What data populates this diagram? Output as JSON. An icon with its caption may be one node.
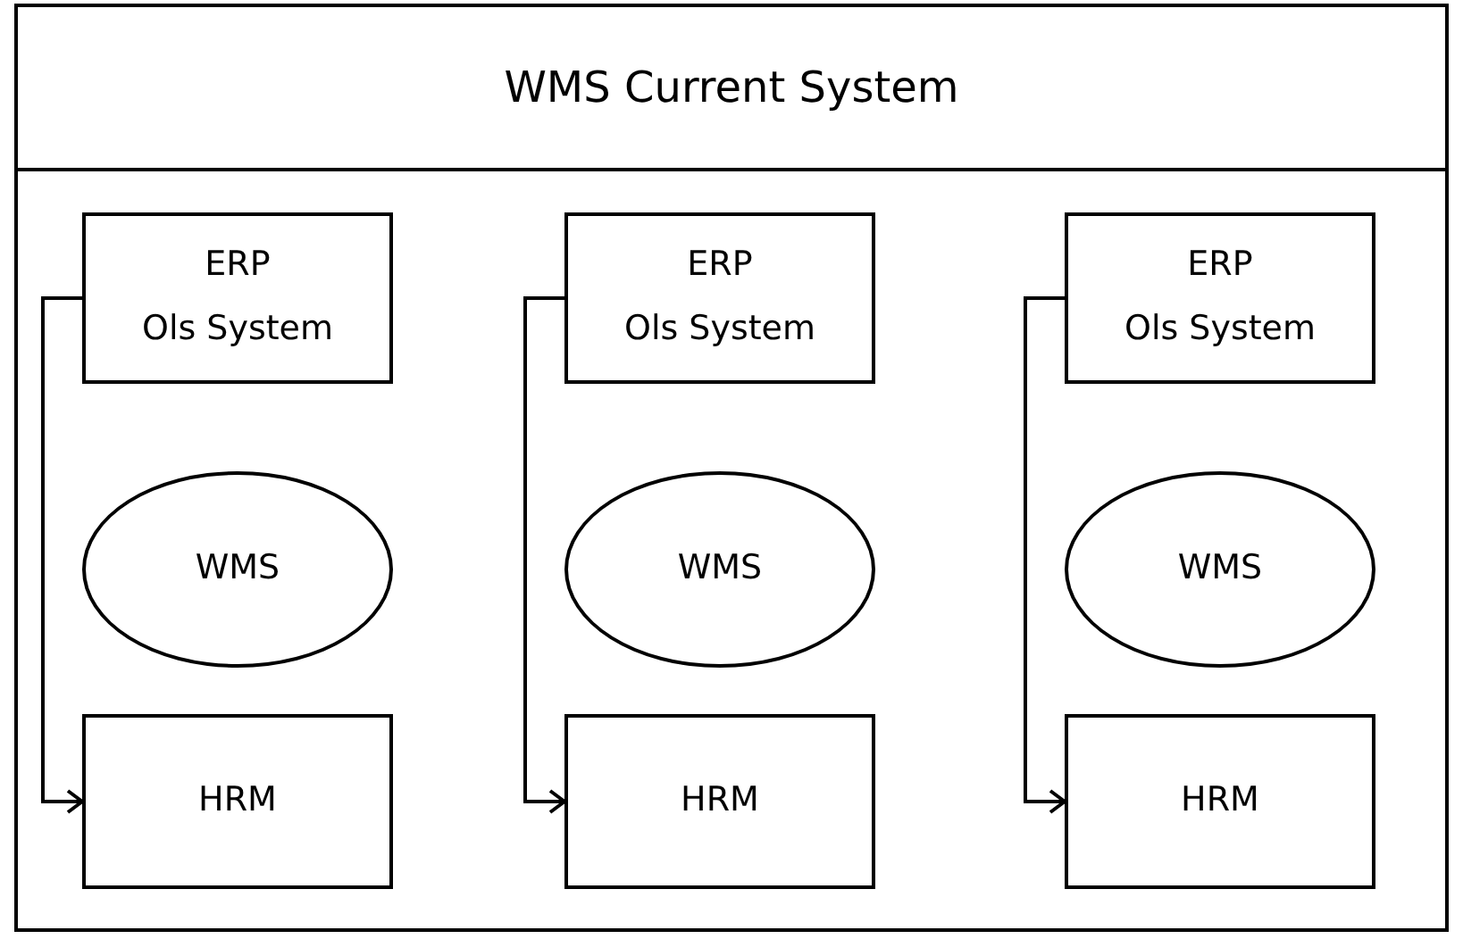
{
  "diagram": {
    "nodes": [
      {
        "text": [
          "WMS Current System"
        ]
      },
      {
        "text": [
          "ERP",
          "Ols System"
        ],
        "in": 0
      },
      {
        "text": [
          "WMS"
        ],
        "in": 0
      },
      {
        "text": [
          "HRM"
        ],
        "in": 0
      },
      {
        "text": [
          "ERP",
          "Ols System"
        ],
        "in": 0
      },
      {
        "text": [
          "WMS"
        ],
        "in": 0
      },
      {
        "text": [
          "HRM"
        ],
        "in": 0
      },
      {
        "text": [
          "ERP",
          "Ols System"
        ],
        "in": 0
      },
      {
        "text": [
          "WMS"
        ],
        "in": 0
      },
      {
        "text": [
          "HRM"
        ],
        "in": 0
      }
    ],
    "edges": [
      {
        "from": 1,
        "to": 3,
        "arrow": "to"
      },
      {
        "from": 4,
        "to": 6,
        "arrow": "to"
      },
      {
        "from": 7,
        "to": 9,
        "arrow": "to"
      }
    ]
  }
}
